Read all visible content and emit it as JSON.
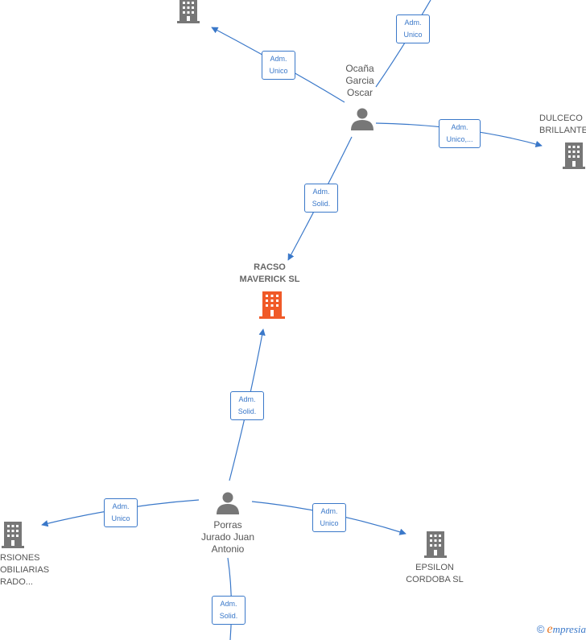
{
  "colors": {
    "edge": "#3a78c9",
    "node_gray": "#777777",
    "center": "#f05a28"
  },
  "nodes": {
    "racso": {
      "line1": "RACSO",
      "line2": "MAVERICK  SL",
      "icon": "building-icon"
    },
    "ocana": {
      "line1": "Ocaña",
      "line2": "Garcia",
      "line3": "Oscar",
      "icon": "person-icon"
    },
    "porras": {
      "line1": "Porras",
      "line2": "Jurado Juan",
      "line3": "Antonio",
      "icon": "person-icon"
    },
    "dulceco": {
      "line1": "DULCECO",
      "line2": "BRILLANTE"
    },
    "epsilon": {
      "line1": "EPSILON",
      "line2": "CORDOBA  SL"
    },
    "inversiones": {
      "line1": "RSIONES",
      "line2": "OBILIARIAS",
      "line3": "RADO..."
    }
  },
  "edges": {
    "e1": {
      "line1": "Adm.",
      "line2": "Unico"
    },
    "e2": {
      "line1": "Adm.",
      "line2": "Unico"
    },
    "e3": {
      "line1": "Adm.",
      "line2": "Unico,..."
    },
    "e4": {
      "line1": "Adm.",
      "line2": "Solid."
    },
    "e5": {
      "line1": "Adm.",
      "line2": "Solid."
    },
    "e6": {
      "line1": "Adm.",
      "line2": "Unico"
    },
    "e7": {
      "line1": "Adm.",
      "line2": "Unico"
    },
    "e8": {
      "line1": "Adm.",
      "line2": "Solid."
    }
  },
  "brand": {
    "copyright": "©",
    "e": "e",
    "rest": "mpresia"
  }
}
